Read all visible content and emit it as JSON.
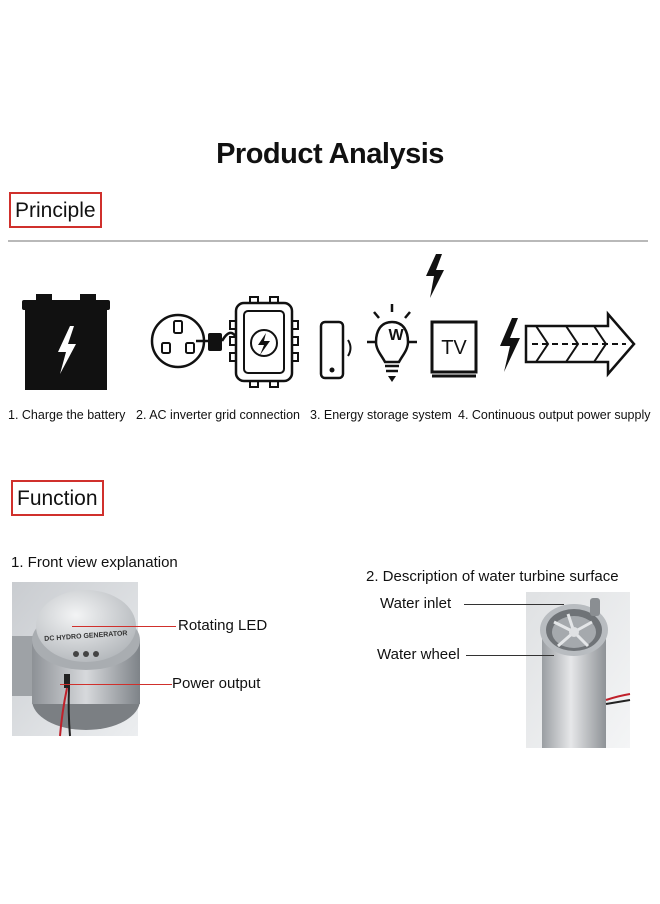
{
  "page": {
    "title": "Product Analysis"
  },
  "principle": {
    "heading": "Principle",
    "steps": [
      {
        "label": "1. Charge the battery",
        "icon": "battery-icon"
      },
      {
        "label": "2. AC inverter grid connection",
        "icon": "inverter-icon"
      },
      {
        "label": "3. Energy storage system",
        "icon": "appliances-icon"
      },
      {
        "label": "4. Continuous output power supply",
        "icon": "output-arrow-icon"
      }
    ],
    "tv_text": "TV",
    "bulb_text": "W"
  },
  "function": {
    "heading": "Function",
    "front_view": {
      "caption": "1. Front view explanation",
      "callouts": [
        "Rotating LED",
        "Power output"
      ],
      "device_text": "DC HYDRO GENERATOR"
    },
    "turbine": {
      "caption": "2. Description of water turbine surface",
      "callouts": [
        "Water inlet",
        "Water wheel"
      ]
    }
  },
  "colors": {
    "accent_red": "#d0302c",
    "rule_gray": "#b9b9b9"
  }
}
